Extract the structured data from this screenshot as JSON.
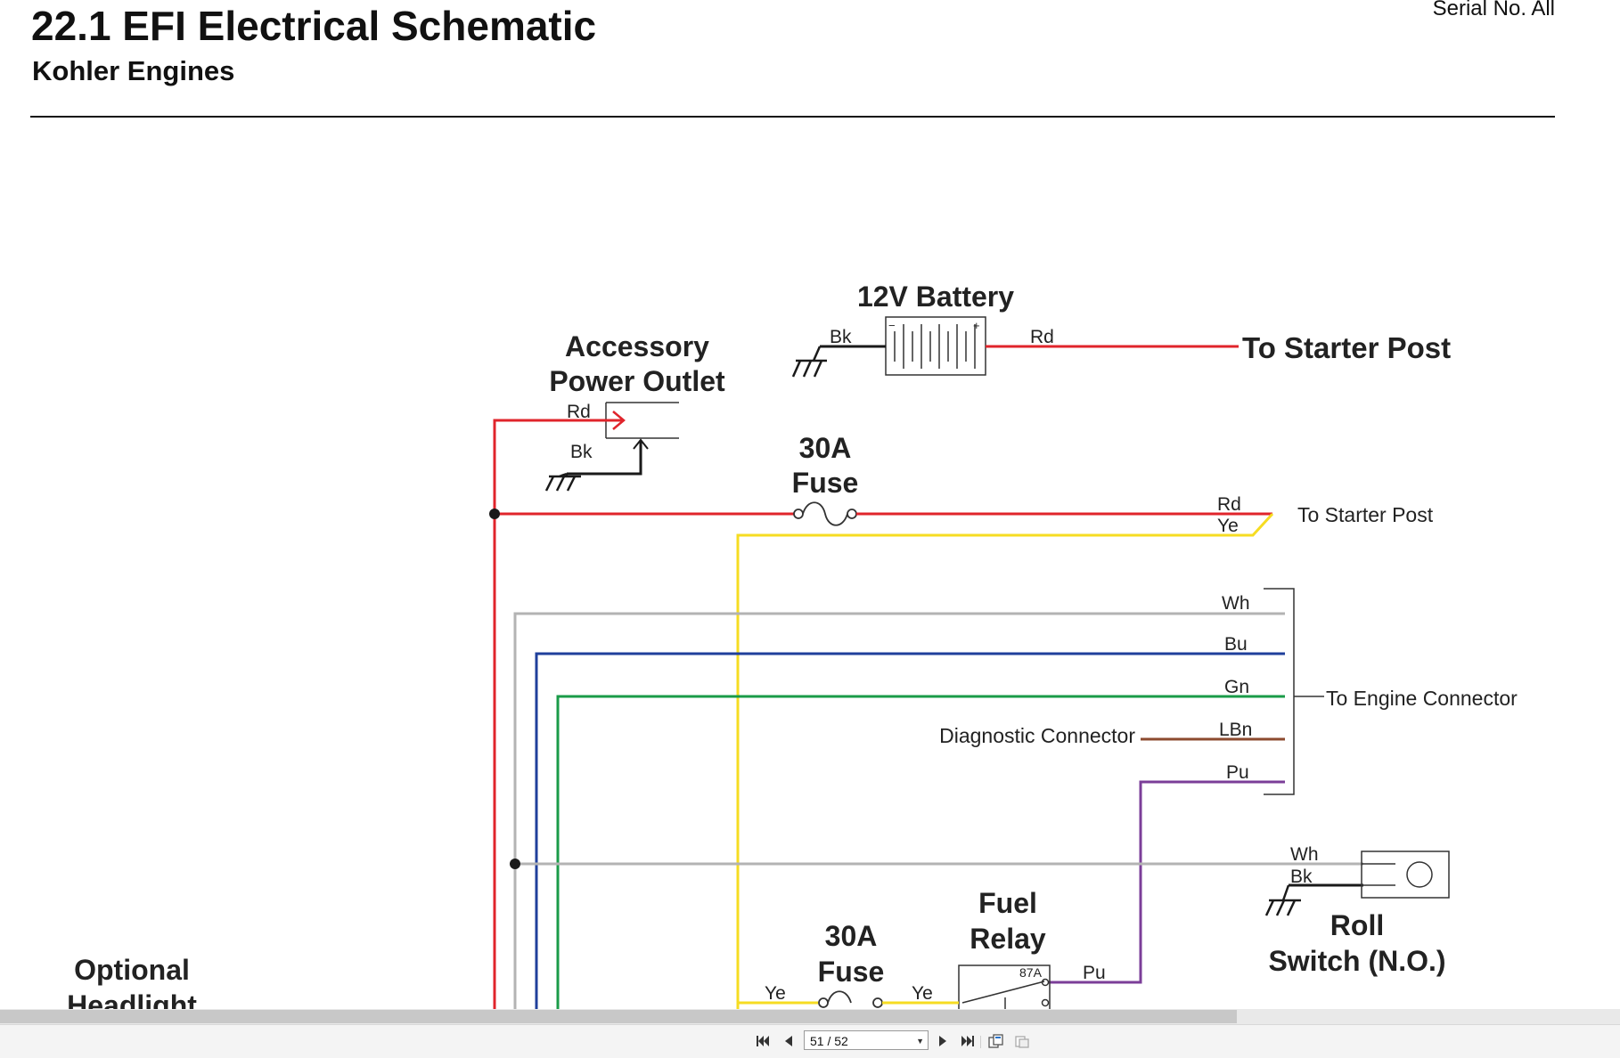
{
  "header": {
    "title": "22.1 EFI Electrical Schematic",
    "subtitle": "Kohler Engines",
    "serial": "Serial No. All"
  },
  "schematic": {
    "battery_title": "12V Battery",
    "accessory_title_1": "Accessory",
    "accessory_title_2": "Power Outlet",
    "fuse_label_1": "30A",
    "fuse_label_2": "Fuse",
    "to_starter_post_bold": "To Starter Post",
    "to_starter_post": "To Starter Post",
    "to_engine_connector": "To Engine Connector",
    "diagnostic_connector": "Diagnostic Connector",
    "fuel_relay_1": "Fuel",
    "fuel_relay_2": "Relay",
    "relay_pin": "87A",
    "roll_switch_1": "Roll",
    "roll_switch_2": "Switch (N.O.)",
    "optional_1": "Optional",
    "optional_2": "Headlight",
    "wire_labels": {
      "bk": "Bk",
      "rd": "Rd",
      "ye": "Ye",
      "wh": "Wh",
      "bu": "Bu",
      "gn": "Gn",
      "lbn": "LBn",
      "pu": "Pu"
    },
    "wire_colors": {
      "red": "#e0242b",
      "yellow": "#f6dc22",
      "gray": "#b3b3b3",
      "blue": "#1f3f9b",
      "green": "#1a9b48",
      "brown": "#8c4a2f",
      "purple": "#7b3e98",
      "black": "#1a1a1a"
    }
  },
  "toolbar": {
    "first_page_icon": "first-page-icon",
    "prev_page_icon": "prev-page-icon",
    "page_display": "51 / 52",
    "next_page_icon": "next-page-icon",
    "last_page_icon": "last-page-icon",
    "icon_a": "copy-page-icon",
    "icon_b": "page-view-icon"
  }
}
